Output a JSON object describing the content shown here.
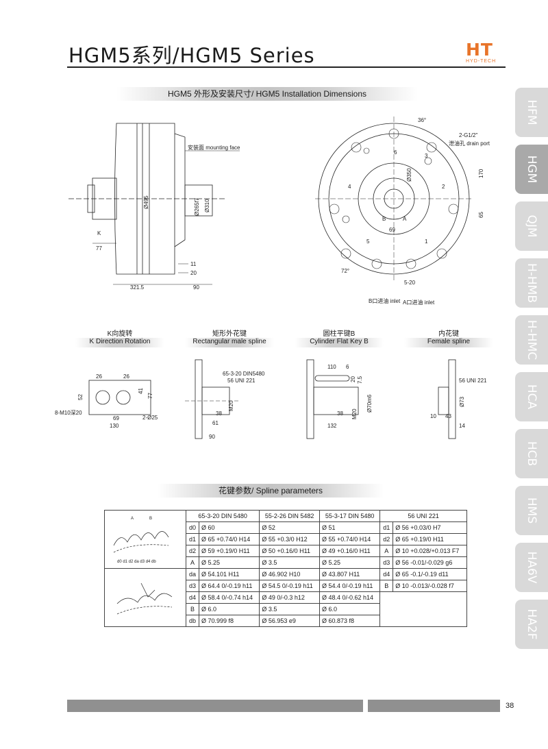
{
  "header": {
    "title": "HGM5系列/HGM5 Series",
    "logo_mark": "HT",
    "logo_sub": "HYD-TECH"
  },
  "section_installation": "HGM5 外形及安装尺寸/ HGM5 Installation Dimensions",
  "section_spline": "花键参数/ Spline parameters",
  "side_tabs": [
    "HFM",
    "HGM",
    "QJM",
    "H-HMB",
    "H-HMC",
    "HCA",
    "HCB",
    "HMS",
    "HA6V",
    "HA2F"
  ],
  "active_tab": "HGM",
  "main_drawing_labels": {
    "mounting_face": "安装面 mounting face",
    "d495": "Ø495",
    "d265f7": "Ø265f7",
    "d310": "Ø310",
    "k": "K",
    "d77": "77",
    "d11": "11",
    "d20": "20",
    "d321_5": "321.5",
    "d90": "90"
  },
  "front_view_labels": {
    "angle36": "36°",
    "g_port": "2-G1/2\"",
    "drain_port": "泄油孔 drain port",
    "d350": "Ø350",
    "d170": "170",
    "d65": "65",
    "d69": "69",
    "b": "B",
    "a": "A",
    "angle72": "72°",
    "d5_20": "5-20",
    "b_inlet": "B口进油 inlet",
    "a_inlet": "A口进油 inlet",
    "n1": "1",
    "n2": "2",
    "n3": "3",
    "n4": "4",
    "n5": "5",
    "n6": "6"
  },
  "sub_views": [
    {
      "zh": "K向旋转",
      "en": "K Direction Rotation"
    },
    {
      "zh": "矩形外花键",
      "en": "Rectangular male spline"
    },
    {
      "zh": "圆柱平键B",
      "en": "Cylinder Flat Key B"
    },
    {
      "zh": "内花键",
      "en": "Female spline"
    }
  ],
  "k_view_labels": {
    "w26a": "26",
    "w26b": "26",
    "h52": "52",
    "h41": "41",
    "h77": "77",
    "thread": "8-M10深20",
    "w69": "69",
    "w130": "130",
    "holes": "2-Ø25"
  },
  "rect_spline_labels": {
    "spec1": "65-3-20 DIN5480",
    "spec2": "56 UNI 221",
    "m20": "M20",
    "d38": "38",
    "d61": "61",
    "d90": "90"
  },
  "flat_key_labels": {
    "d110": "110",
    "d6": "6",
    "d20": "20",
    "d75": "7.5",
    "d70m6": "Ø70m6",
    "m20": "M20",
    "d38": "38",
    "d132": "132"
  },
  "female_spline_labels": {
    "spec": "56 UNI 221",
    "d73": "Ø73",
    "d10": "10",
    "d43": "43",
    "d14": "14"
  },
  "spline_table": {
    "columns": [
      "65-3-20 DIN 5480",
      "55-2-26 DIN 5482",
      "55-3-17 DIN 5480",
      "56 UNI 221"
    ],
    "rows": [
      {
        "k": "d0",
        "v": [
          "Ø 60",
          "Ø 52",
          "Ø 51"
        ],
        "k2": "d1",
        "v2": "Ø 56 +0.03/0 H7"
      },
      {
        "k": "d1",
        "v": [
          "Ø 65 +0.74/0 H14",
          "Ø 55 +0.3/0 H12",
          "Ø 55 +0.74/0 H14"
        ],
        "k2": "d2",
        "v2": "Ø 65 +0.19/0 H11"
      },
      {
        "k": "d2",
        "v": [
          "Ø 59 +0.19/0 H11",
          "Ø 50 +0.16/0 H11",
          "Ø 49 +0.16/0 H11"
        ],
        "k2": "A",
        "v2": "Ø 10 +0.028/+0.013 F7"
      },
      {
        "k": "A",
        "v": [
          "Ø 5.25",
          "Ø 3.5",
          "Ø 5.25"
        ],
        "k2": "d3",
        "v2": "Ø 56 -0.01/-0.029 g6"
      },
      {
        "k": "da",
        "v": [
          "Ø 54.101  H11",
          "Ø 46.902  H10",
          "Ø 43.807  H11"
        ],
        "k2": "d4",
        "v2": "Ø 65 -0.1/-0.19 d11"
      },
      {
        "k": "d3",
        "v": [
          "Ø 64.4 0/-0.19 h11",
          "Ø 54.5 0/-0.19  h11",
          "Ø 54.4 0/-0.19  h11"
        ],
        "k2": "B",
        "v2": "Ø 10 -0.013/-0.028 f7"
      },
      {
        "k": "d4",
        "v": [
          "Ø 58.4 0/-0.74 h14",
          "Ø 49 0/-0.3  h12",
          "Ø 48.4 0/-0.62 h14"
        ],
        "k2": "",
        "v2": ""
      },
      {
        "k": "B",
        "v": [
          "Ø 6.0",
          "Ø 3.5",
          "Ø 6.0"
        ],
        "k2": "",
        "v2": ""
      },
      {
        "k": "db",
        "v": [
          "Ø 70.999  f8",
          "Ø 56.953  e9",
          "Ø 60.873  f8"
        ],
        "k2": "",
        "v2": ""
      }
    ],
    "diagram1_labels": "d0  d1  d2  da d3 d4 db",
    "diagram_a": "A",
    "diagram_b": "B"
  },
  "page_number": "38"
}
